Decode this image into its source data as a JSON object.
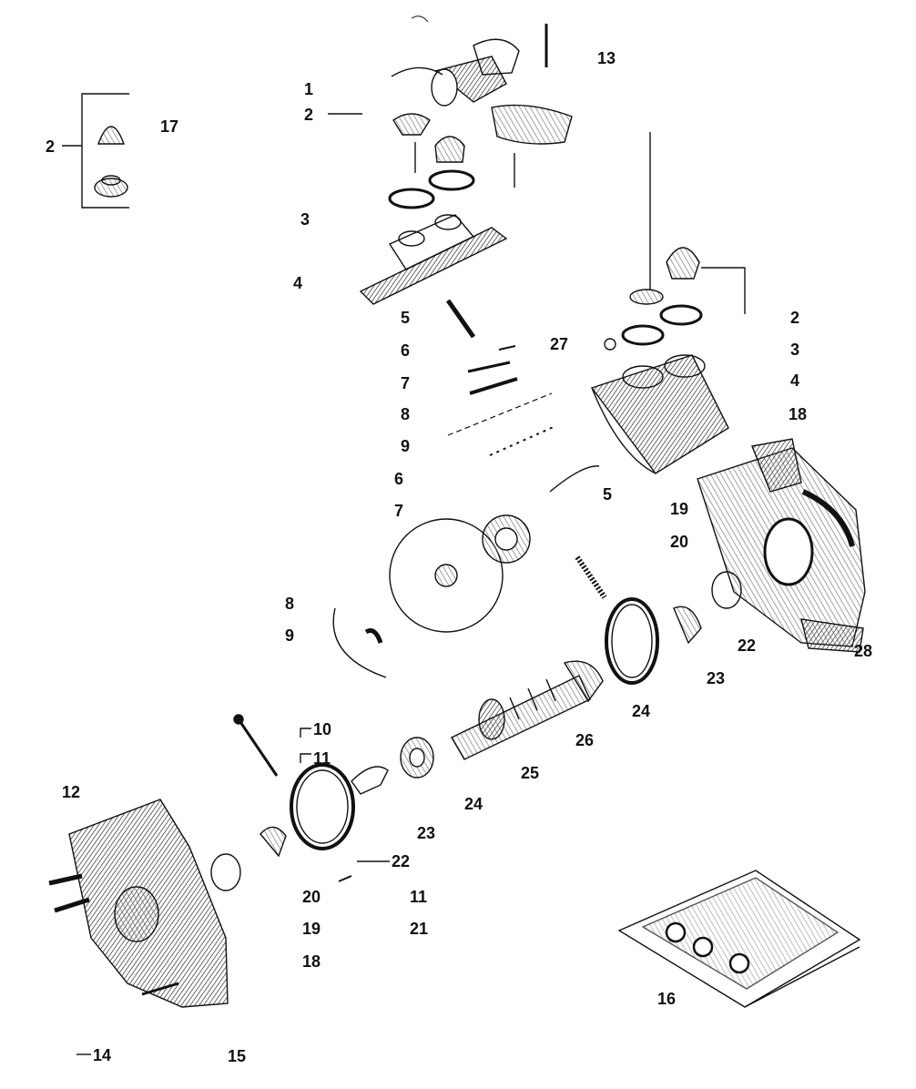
{
  "labels": {
    "l1": "1",
    "l2_top": "2",
    "l3_left": "3",
    "l4_left": "4",
    "l5_left": "5",
    "l6_left": "6",
    "l7_left": "7",
    "l8_left": "8",
    "l9_left": "9",
    "l6_mid": "6",
    "l7_mid": "7",
    "l8_low": "8",
    "l9_low": "9",
    "l13": "13",
    "l17": "17",
    "l2_inset": "2",
    "l27": "27",
    "l2_right": "2",
    "l3_right": "3",
    "l4_right": "4",
    "l18_right": "18",
    "l5_right": "5",
    "l19_right": "19",
    "l20_right": "20",
    "l22_right": "22",
    "l28": "28",
    "l23_right": "23",
    "l24_right": "24",
    "l26": "26",
    "l25": "25",
    "l24_mid": "24",
    "l23_mid": "23",
    "l22_mid": "22",
    "l10": "10",
    "l11_top": "11",
    "l12": "12",
    "l20_low": "20",
    "l11_low": "11",
    "l19_low": "19",
    "l21": "21",
    "l18_low": "18",
    "l16": "16",
    "l14": "14",
    "l15": "15"
  },
  "colors": {
    "ink": "#111111",
    "background": "#ffffff",
    "hatch": "#555555"
  }
}
